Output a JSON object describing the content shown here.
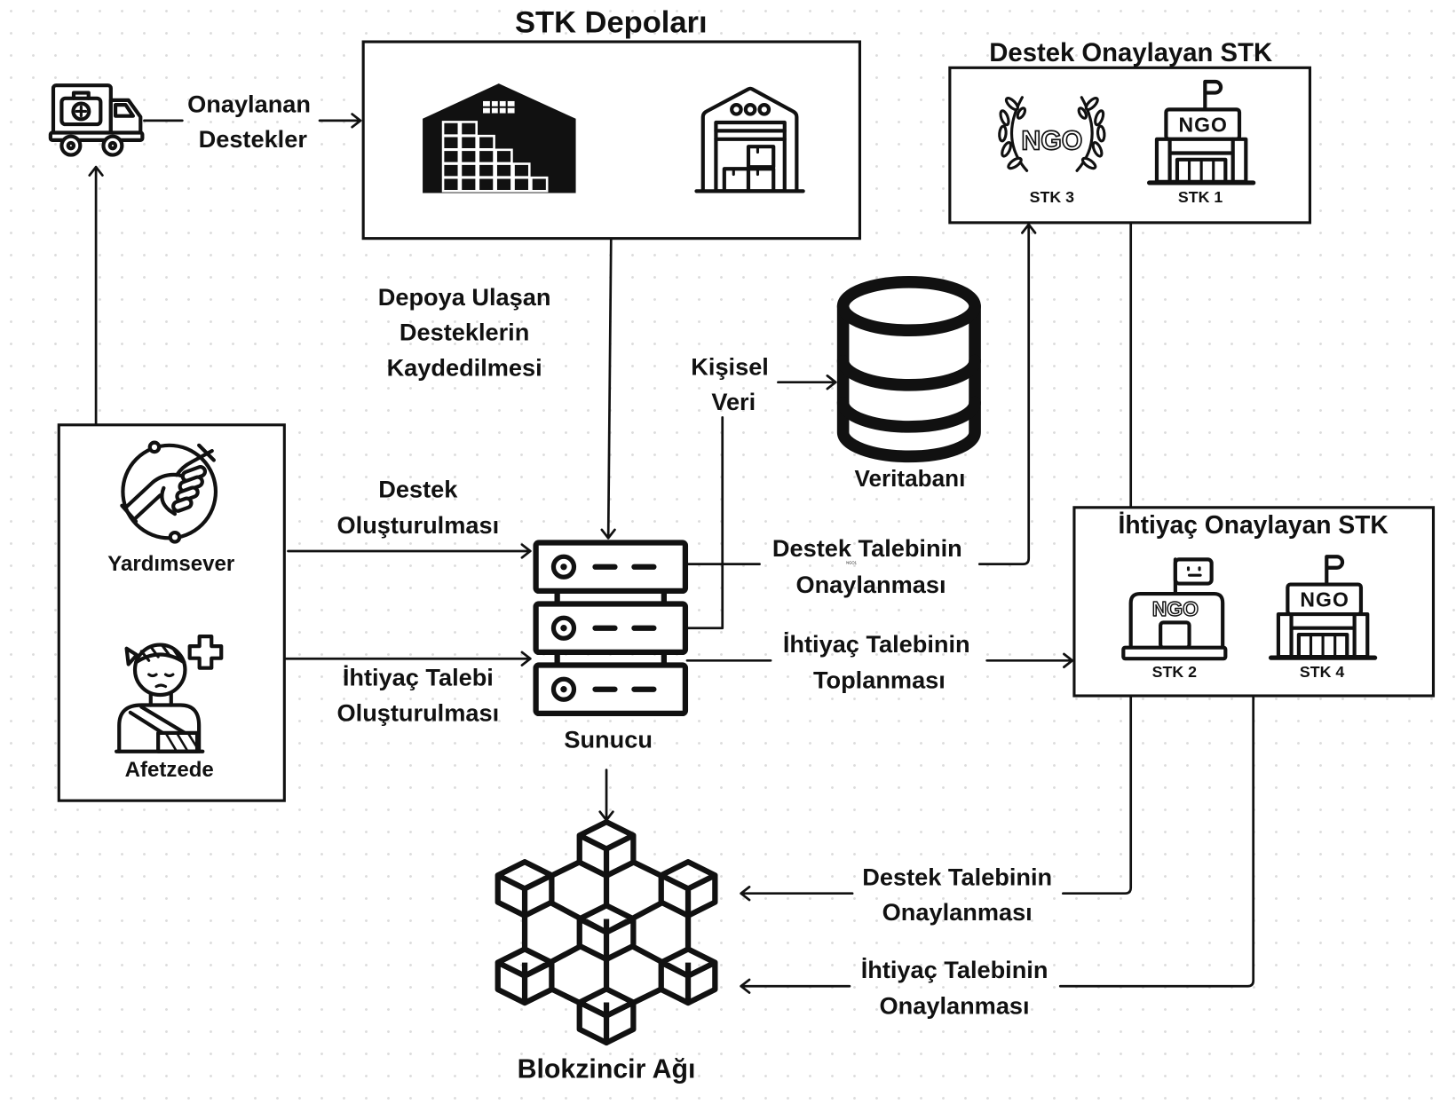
{
  "warehouses": {
    "title": "STK Depoları"
  },
  "delivery": {
    "label": [
      "Onaylanan",
      "Destekler"
    ]
  },
  "actors": {
    "donor": "Yardımsever",
    "victim": "Afetzede"
  },
  "server": {
    "label": "Sunucu"
  },
  "database": {
    "label": "Veritabanı"
  },
  "blockchain": {
    "label": "Blokzincir Ağı"
  },
  "support_approvers": {
    "title": "Destek Onaylayan STK",
    "ngos": [
      "STK 3",
      "STK 1"
    ]
  },
  "need_approvers": {
    "title": "İhtiyaç Onaylayan STK",
    "ngos": [
      "STK 2",
      "STK 4"
    ]
  },
  "flows": {
    "record_donations": [
      "Depoya Ulaşan",
      "Desteklerin",
      "Kaydedilmesi"
    ],
    "create_support": [
      "Destek",
      "Oluşturulması"
    ],
    "create_need": [
      "İhtiyaç Talebi",
      "Oluşturulması"
    ],
    "personal_data": [
      "Kişisel",
      "Veri"
    ],
    "support_approval_request": [
      "Destek Talebinin",
      "Onaylanması"
    ],
    "support_approval_note": "NGO1",
    "need_collection": [
      "İhtiyaç Talebinin",
      "Toplanması"
    ],
    "support_approval_to_chain": [
      "Destek Talebinin",
      "Onaylanması"
    ],
    "need_approval_to_chain": [
      "İhtiyaç Talebinin",
      "Onaylanması"
    ]
  },
  "icons": {
    "ngo_text": "NGO",
    "names": [
      "ambulance-truck-icon",
      "warehouse-filled-icon",
      "warehouse-outline-icon",
      "handshake-icon",
      "injured-person-icon",
      "server-icon",
      "database-icon",
      "blockchain-network-icon",
      "ngo-laurel-icon",
      "ngo-building-icon",
      "ngo-flag-building-icon"
    ]
  },
  "colors": {
    "ink": "#111111",
    "background": "#ffffff",
    "grid_dots": "#dcdcdc"
  }
}
